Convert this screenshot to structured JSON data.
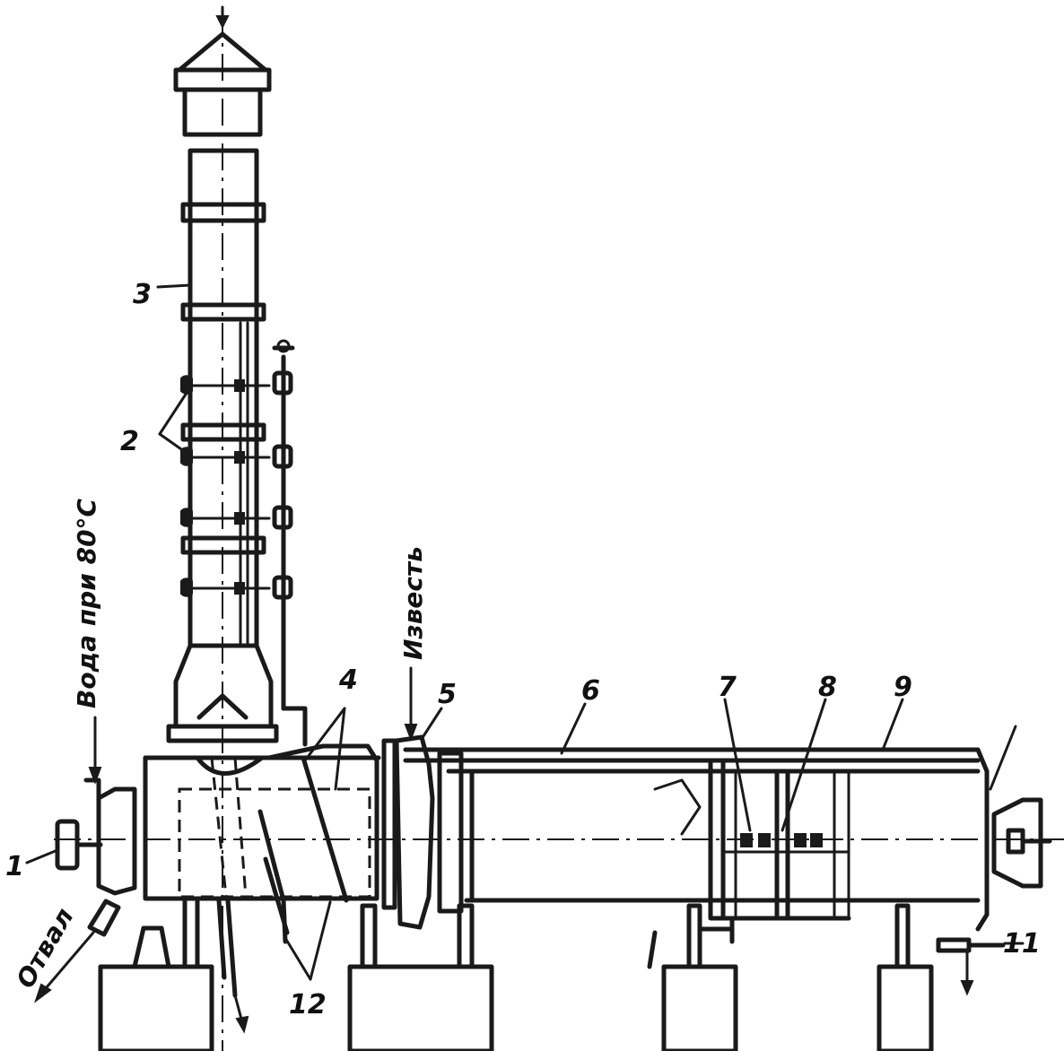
{
  "labels": {
    "n1": "1",
    "n2": "2",
    "n3": "3",
    "n4": "4",
    "n5": "5",
    "n6": "6",
    "n7": "7",
    "n8": "8",
    "n9": "9",
    "n11": "11",
    "n12": "12",
    "water": "Вода при 80°С",
    "lime": "Известь",
    "waste": "Отвал"
  }
}
